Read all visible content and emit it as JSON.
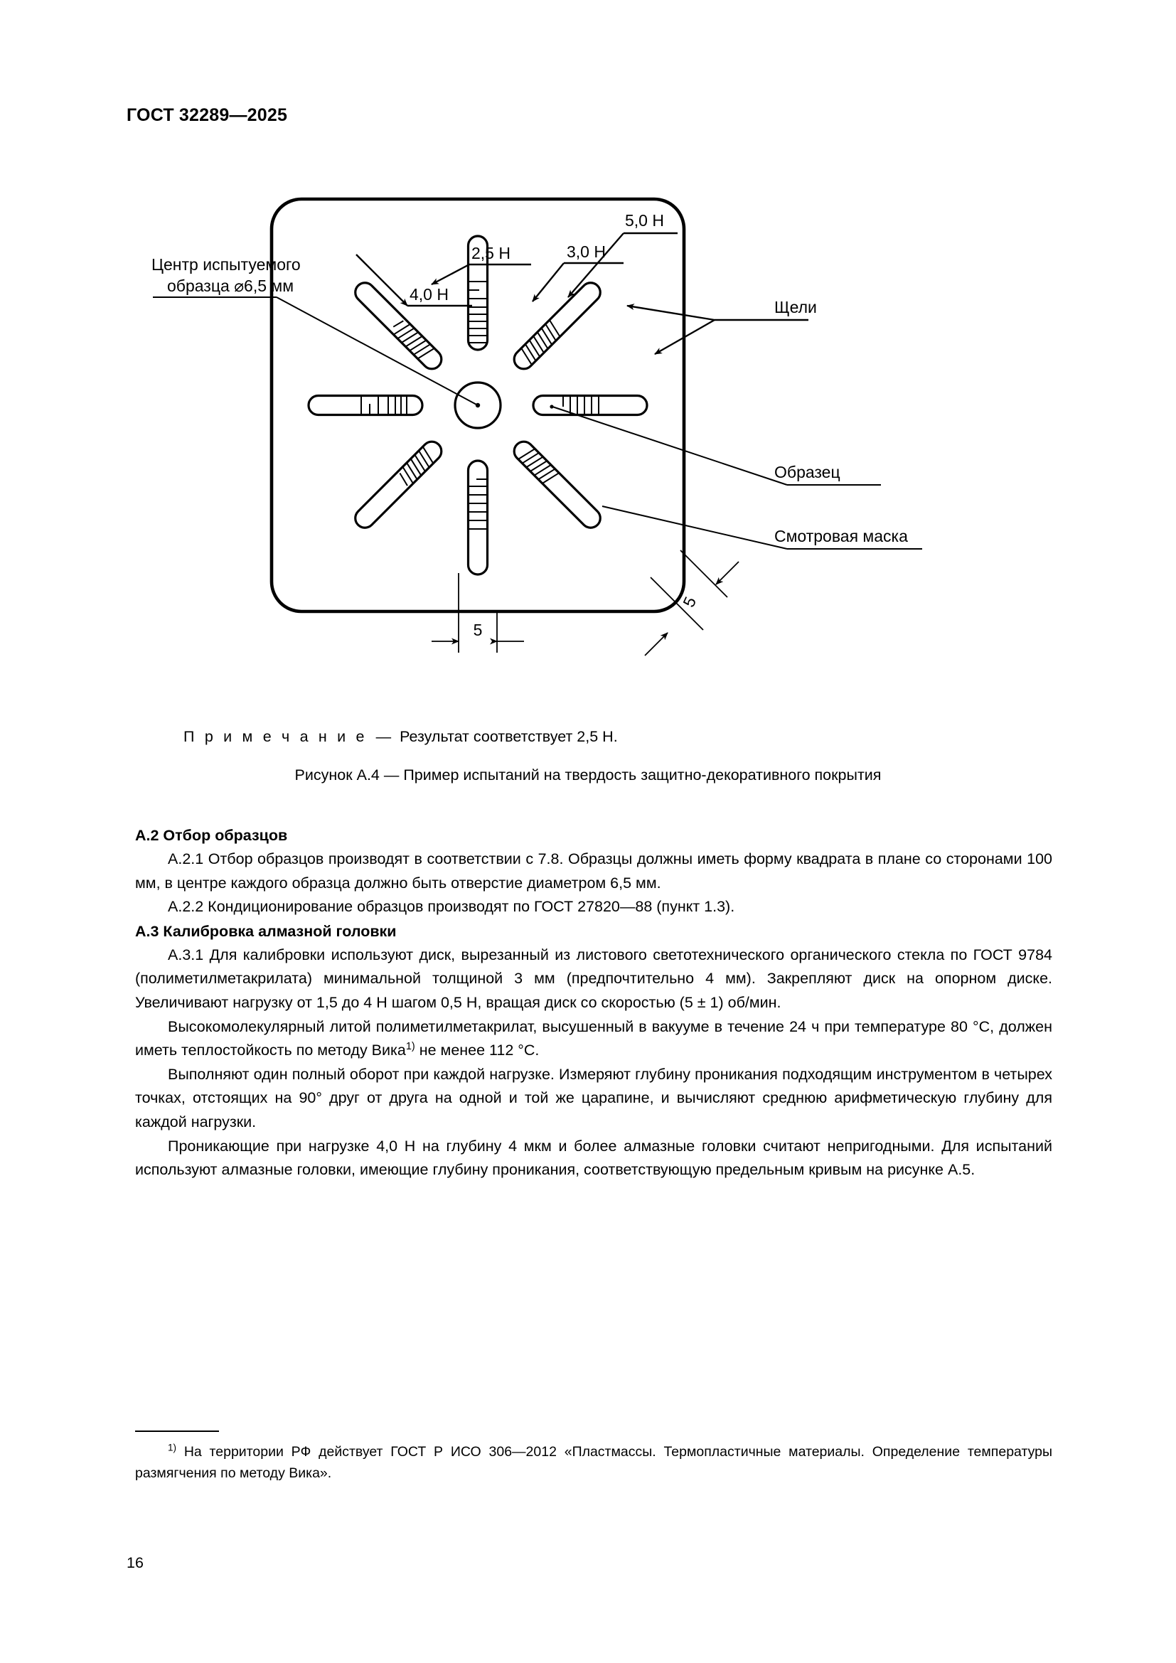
{
  "document": {
    "standard_number": "ГОСТ 32289—2025",
    "page_number": "16"
  },
  "figure": {
    "note_label": "П р и м е ч а н и е",
    "note_dash": "—",
    "note_text": "Результат соответствует 2,5 Н.",
    "caption": "Рисунок А.4 — Пример испытаний на твердость защитно-декоративного покрытия",
    "labels": {
      "load_4_0": "4,0 Н",
      "load_2_5": "2,5 Н",
      "load_3_0": "3,0 Н",
      "load_5_0": "5,0 Н",
      "center_line1": "Центр испытуемого",
      "center_line2": "образца ⌀6,5 мм",
      "slots": "Щели",
      "specimen": "Образец",
      "mask": "Смотровая маска",
      "dim_bottom": "5",
      "dim_corner": "5"
    }
  },
  "sections": [
    {
      "heading": "А.2 Отбор образцов",
      "paragraphs": [
        "А.2.1 Отбор образцов производят в соответствии с 7.8. Образцы должны иметь форму квадрата в плане со сторонами 100 мм, в центре каждого образца должно быть отверстие диаметром 6,5 мм.",
        "А.2.2 Кондиционирование образцов производят по ГОСТ 27820—88 (пункт 1.3)."
      ]
    },
    {
      "heading": "А.3 Калибровка алмазной головки",
      "paragraphs": [
        "А.3.1 Для калибровки используют диск, вырезанный из листового светотехнического органического стекла по ГОСТ 9784 (полиметилметакрилата) минимальной толщиной 3 мм (предпочтительно 4 мм). Закрепляют диск на опорном диске. Увеличивают нагрузку от 1,5 до 4 Н шагом 0,5 Н, вращая диск со скоростью (5 ± 1) об/мин.",
        "Выполняют один полный оборот при каждой нагрузке. Измеряют глубину проникания подходящим инструментом в четырех точках, отстоящих на 90° друг от друга на одной и той же царапине, и вычисляют среднюю арифметическую глубину для каждой нагрузки.",
        "Проникающие при нагрузке 4,0 Н на глубину 4 мкм и более алмазные головки считают непригодными. Для испытаний используют алмазные головки, имеющие глубину проникания, соответствующую предельным кривым на рисунке А.5."
      ]
    }
  ],
  "paragraph_vika": {
    "before_ref": "Высокомолекулярный литой полиметилметакрилат, высушенный в вакууме в течение 24 ч при температуре 80 °C, должен иметь теплостойкость по методу Вика",
    "ref": "1)",
    "after_ref": " не менее 112 °C."
  },
  "footnote": {
    "marker": "1)",
    "text": "На территории РФ действует ГОСТ Р ИСО 306—2012 «Пластмассы. Термопластичные материалы. Определение температуры размягчения по методу Вика»."
  },
  "colors": {
    "ink": "#000000",
    "paper": "#ffffff"
  }
}
